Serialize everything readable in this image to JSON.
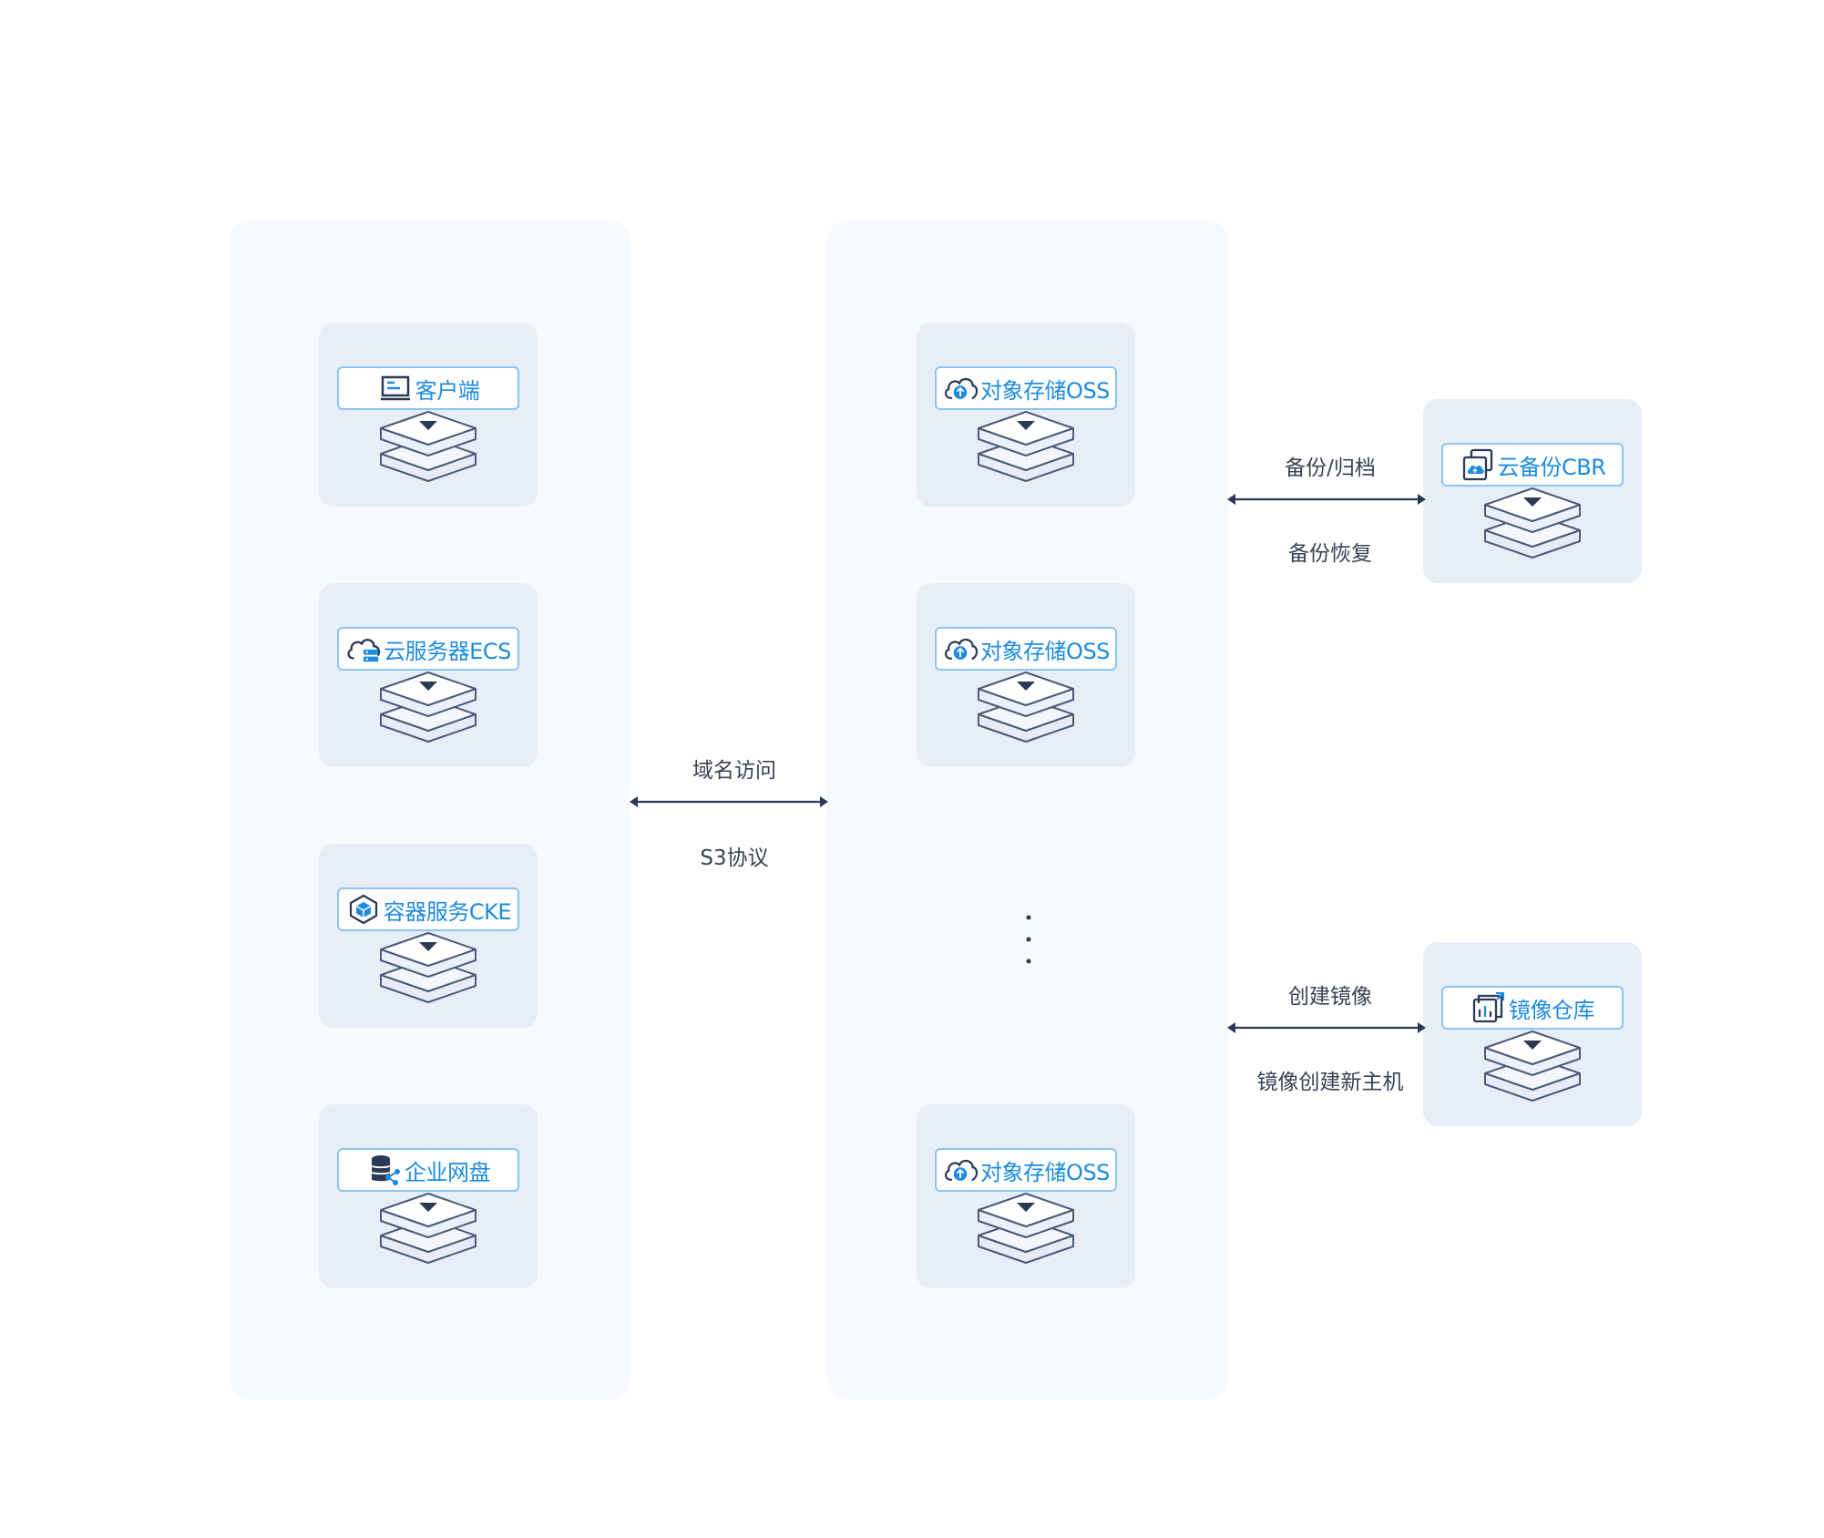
{
  "clients": [
    {
      "label": "客户端",
      "icon": "desktop-icon"
    },
    {
      "label": "云服务器ECS",
      "icon": "cloud-server-icon"
    },
    {
      "label": "容器服务CKE",
      "icon": "container-icon"
    },
    {
      "label": "企业网盘",
      "icon": "database-share-icon"
    }
  ],
  "storage": [
    {
      "label": "对象存储OSS",
      "icon": "cloud-upload-icon"
    },
    {
      "label": "对象存储OSS",
      "icon": "cloud-upload-icon"
    },
    {
      "label": "对象存储OSS",
      "icon": "cloud-upload-icon"
    }
  ],
  "external": [
    {
      "label": "云备份CBR",
      "icon": "backup-icon"
    },
    {
      "label": "镜像仓库",
      "icon": "image-repo-icon"
    }
  ],
  "connections": {
    "main": {
      "top_label": "域名访问",
      "bottom_label": "S3协议"
    },
    "backup": {
      "top_label": "备份/归档",
      "bottom_label": "备份恢复"
    },
    "image": {
      "top_label": "创建镜像",
      "bottom_label": "镜像创建新主机"
    }
  },
  "colors": {
    "accent": "#1c8be0",
    "pill_border": "#8cc4f2",
    "card_bg": "#e8eef8",
    "column_bg": "#f6f9fd",
    "arrow": "#2a3a55"
  }
}
